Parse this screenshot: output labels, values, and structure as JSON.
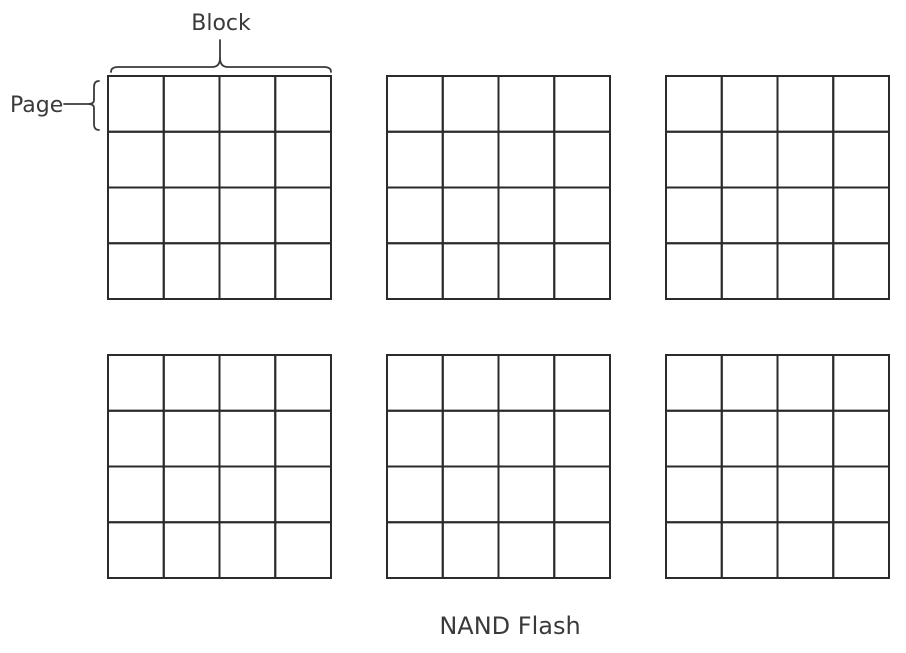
{
  "labels": {
    "block": "Block",
    "page": "Page",
    "caption": "NAND Flash"
  },
  "structure": {
    "block_rows": 2,
    "block_cols": 3,
    "pages_per_block_rows": 4,
    "pages_per_block_cols": 4
  },
  "colors": {
    "line": "#2b2b2b",
    "text": "#3a3a3a",
    "background": "#ffffff"
  }
}
